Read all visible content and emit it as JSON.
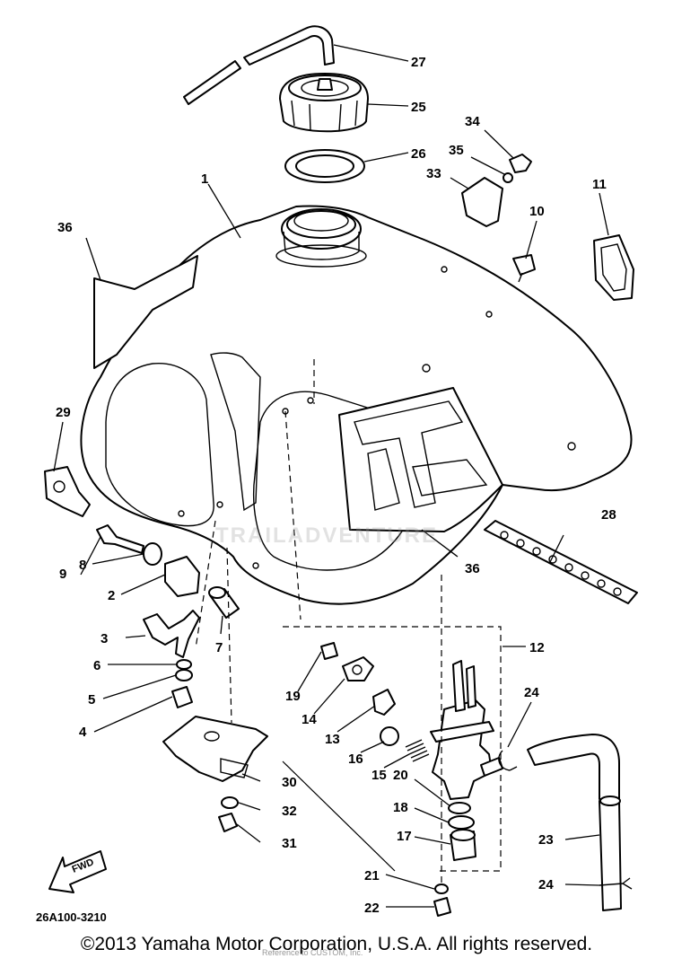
{
  "diagram": {
    "drawing_code": "26A100-3210",
    "fwd_label": "FWD",
    "callouts": [
      "1",
      "2",
      "3",
      "4",
      "5",
      "6",
      "7",
      "8",
      "9",
      "10",
      "11",
      "12",
      "13",
      "14",
      "15",
      "16",
      "17",
      "18",
      "18",
      "19",
      "20",
      "21",
      "22",
      "23",
      "24",
      "24",
      "25",
      "26",
      "27",
      "28",
      "29",
      "30",
      "31",
      "32",
      "33",
      "34",
      "35",
      "36",
      "36"
    ]
  },
  "watermark": "TRAILADVENTURE",
  "subnote": "Reference to CUSTOM, Inc.",
  "copyright": "©2013 Yamaha Motor Corporation, U.S.A. All rights reserved."
}
